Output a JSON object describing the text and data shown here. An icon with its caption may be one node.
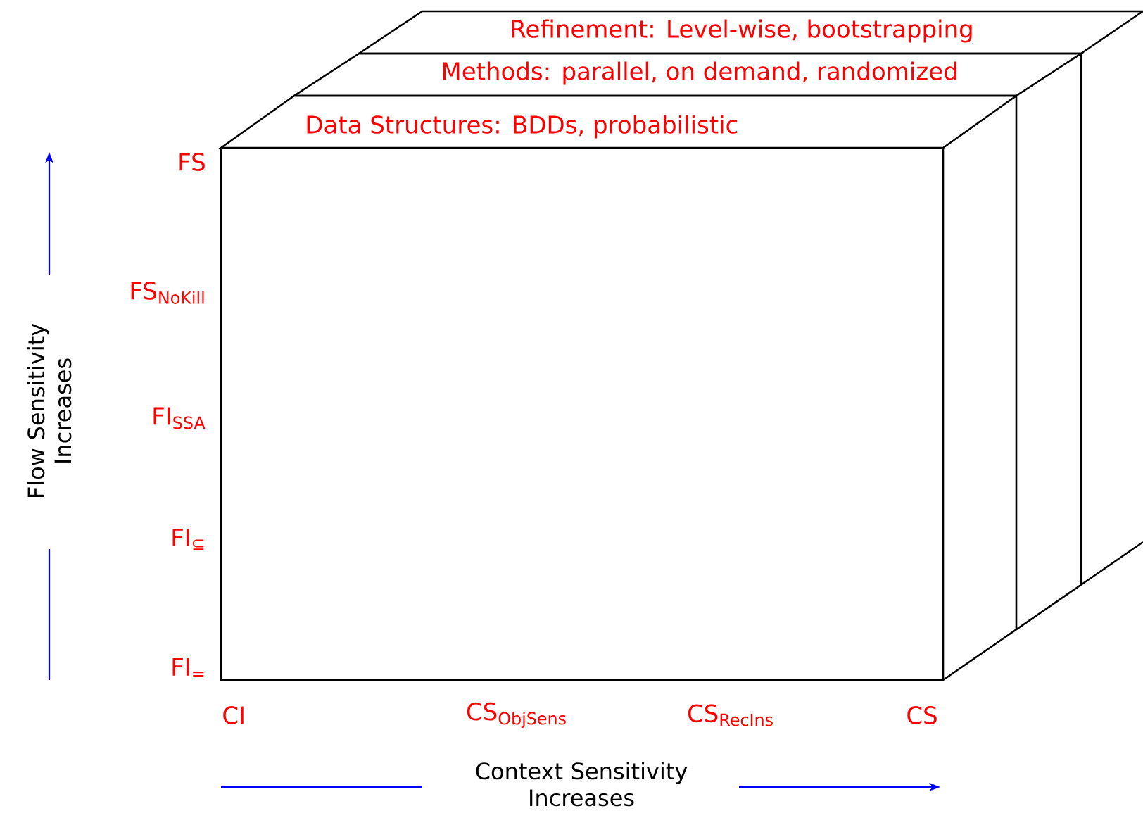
{
  "diagram": {
    "nodes": [
      {
        "text": [
          "Refinement: Level-wise, bootstrapping"
        ]
      },
      {
        "text": [
          "Methods: parallel, on demand, randomized"
        ]
      },
      {
        "text": [
          "Data Structures: BDDs, probabilistic"
        ]
      }
    ],
    "labels": [
      "FS",
      "FS$_{NoKill}$",
      "FI$_{SSA}$",
      "FI$_{⊆}$",
      "FI$_{=}$",
      "Flow Sensitivity Increases",
      "CI",
      "CS$_{ObjSens}$",
      "CS$_{RecIns}$",
      "CS",
      "Context Sensitivity Increases"
    ]
  }
}
